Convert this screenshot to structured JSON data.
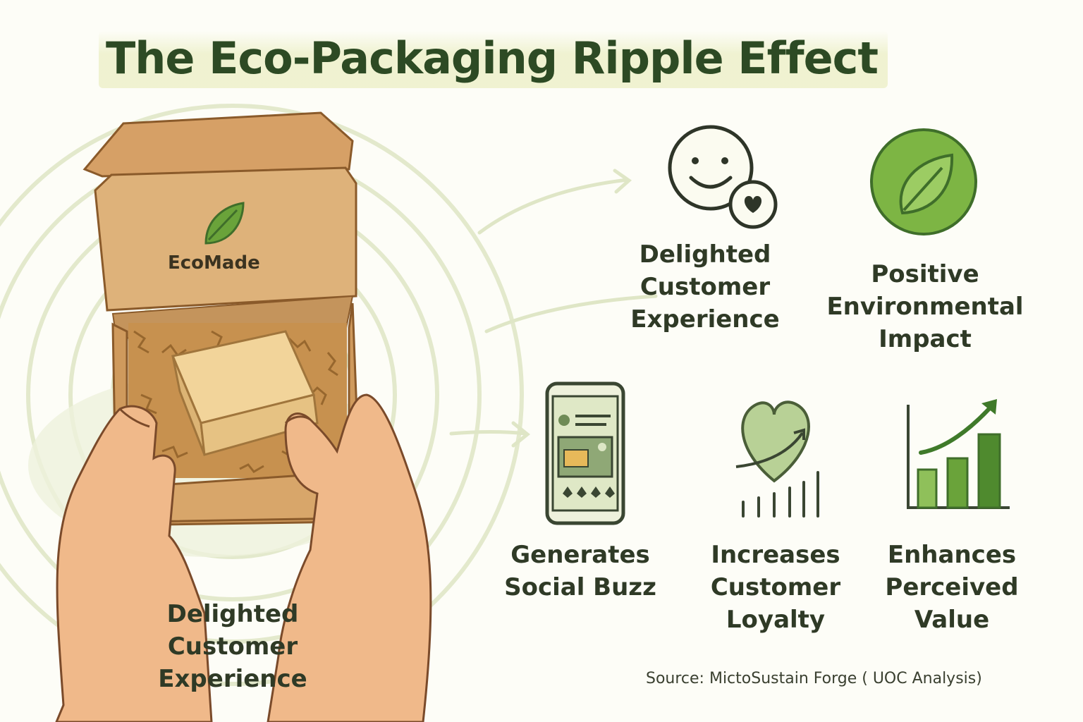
{
  "title": "The Eco-Packaging Ripple Effect",
  "box": {
    "brand": "EcoMade",
    "caption": "Delighted Customer Experience"
  },
  "outcomes": [
    {
      "label": "Delighted Customer Experience",
      "icon": "smiley-heart-icon"
    },
    {
      "label": "Positive Environmental Impact",
      "icon": "leaf-icon"
    },
    {
      "label": "Generates Social Buzz",
      "icon": "smartphone-social-icon"
    },
    {
      "label": "Increases Customer Loyalty",
      "icon": "heart-growth-icon"
    },
    {
      "label": "Enhances Perceived Value",
      "icon": "bar-chart-growth-icon"
    }
  ],
  "source": "Source:  MictoSustain Forge ( UOC Analysis)",
  "colors": {
    "title": "#2d4a24",
    "leaf_green": "#6aa33a",
    "dark_green": "#3f6e2a",
    "kraft": "#d9a86a",
    "ripple": "#e4ead0"
  }
}
